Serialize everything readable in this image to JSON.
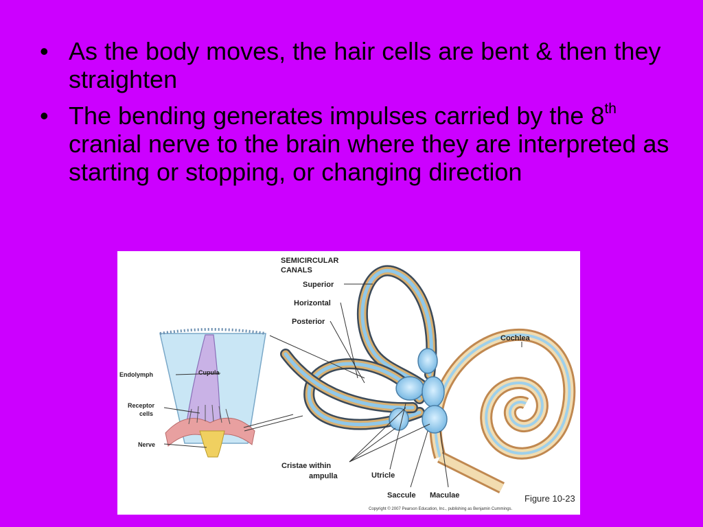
{
  "bullets": [
    {
      "text": "As the body moves, the hair cells are bent & then they straighten"
    },
    {
      "pre": "The bending generates impulses carried by the 8",
      "sup": "th",
      "post": " cranial nerve to the brain where they are interpreted as starting or stopping, or changing direction"
    }
  ],
  "figure": {
    "labels": {
      "semicircular_line1": "SEMICIRCULAR",
      "semicircular_line2": "CANALS",
      "superior": "Superior",
      "horizontal": "Horizontal",
      "posterior": "Posterior",
      "cochlea": "Cochlea",
      "endolymph": "Endolymph",
      "cupula": "Cupula",
      "receptor_line1": "Receptor",
      "receptor_line2": "cells",
      "nerve": "Nerve",
      "cristae_line1": "Cristae  within",
      "cristae_line2": "ampulla",
      "utricle": "Utricle",
      "saccule": "Saccule",
      "maculae": "Maculae",
      "figure_number": "Figure 10-23",
      "copyright": "Copyright © 2007 Pearson Education, Inc., publishing as Benjamin Cummings."
    }
  }
}
